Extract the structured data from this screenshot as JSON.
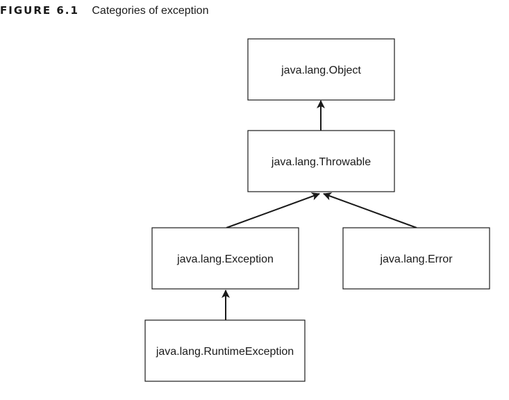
{
  "figure": {
    "label": "FIGURE 6.1",
    "title": "Categories of exception"
  },
  "diagram": {
    "nodes": [
      {
        "id": "object",
        "label": "java.lang.Object"
      },
      {
        "id": "throwable",
        "label": "java.lang.Throwable"
      },
      {
        "id": "exception",
        "label": "java.lang.Exception"
      },
      {
        "id": "error",
        "label": "java.lang.Error"
      },
      {
        "id": "runtime",
        "label": "java.lang.RuntimeException"
      }
    ],
    "edges": [
      {
        "from": "throwable",
        "to": "object"
      },
      {
        "from": "exception",
        "to": "throwable"
      },
      {
        "from": "error",
        "to": "throwable"
      },
      {
        "from": "runtime",
        "to": "exception"
      }
    ],
    "colors": {
      "stroke": "#1a1a1a",
      "fill": "#ffffff"
    }
  }
}
